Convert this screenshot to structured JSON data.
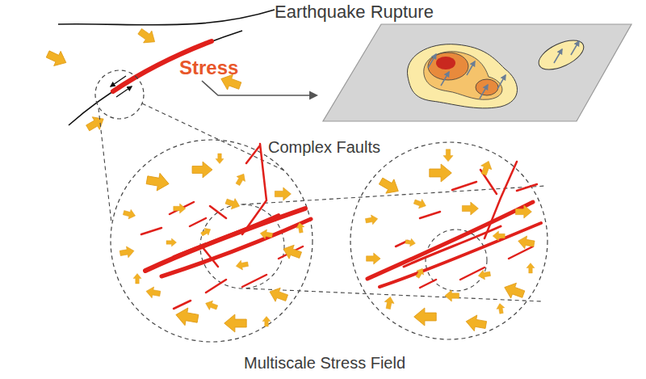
{
  "diagram": {
    "nodes": [
      {
        "text": [
          "Earthquake Rupture"
        ]
      }
    ],
    "labels": [
      "Stress",
      "Complex Faults",
      "Multiscale Stress Field"
    ]
  }
}
